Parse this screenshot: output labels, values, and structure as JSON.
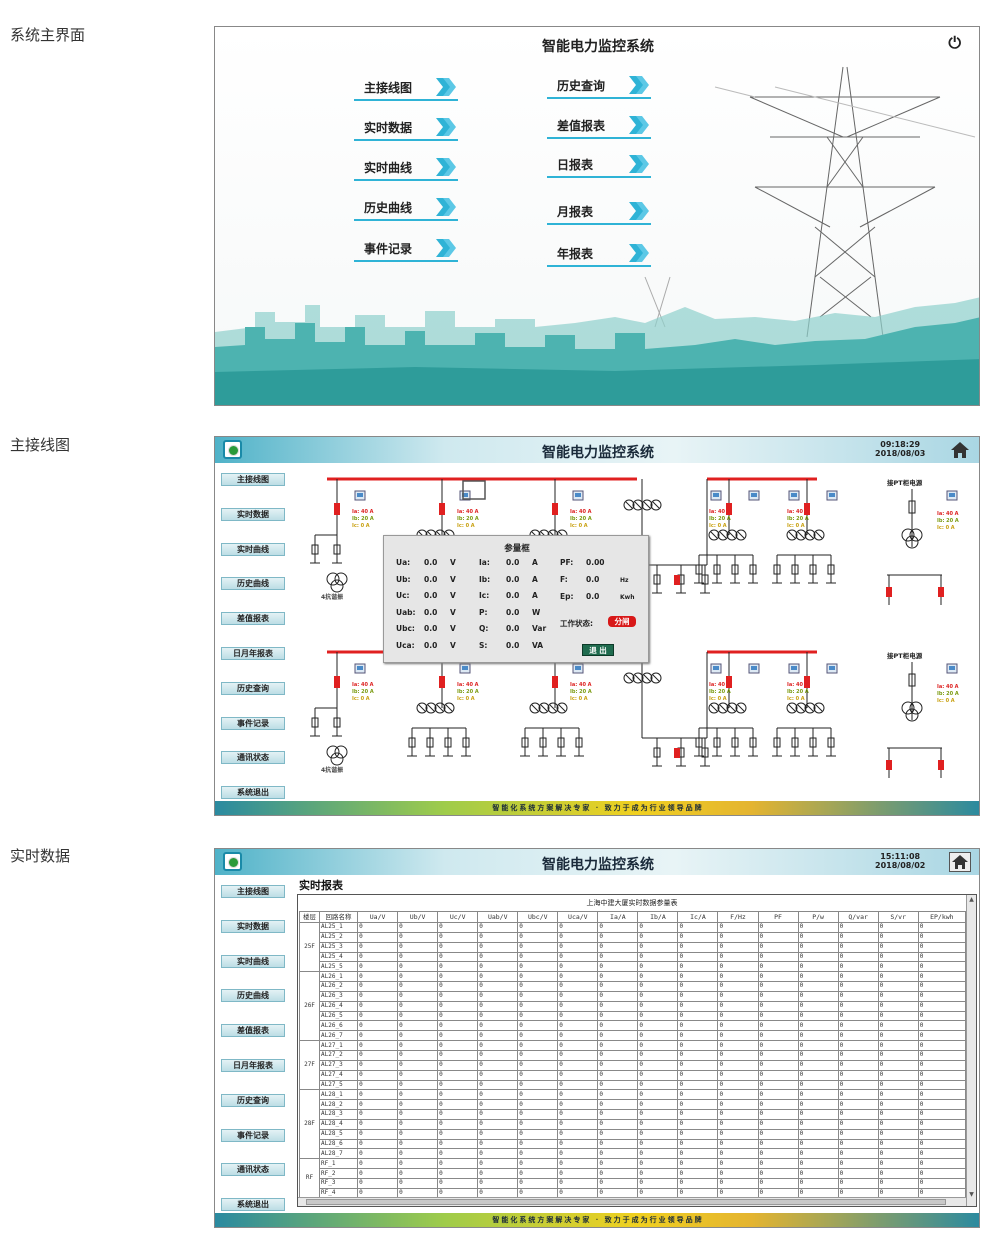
{
  "sections": {
    "main": "系统主界面",
    "wiring": "主接线图",
    "realtime": "实时数据"
  },
  "app_title": "智能电力监控系统",
  "home_menu": {
    "left": [
      "主接线图",
      "实时数据",
      "实时曲线",
      "历史曲线",
      "事件记录"
    ],
    "right": [
      "历史查询",
      "差值报表",
      "日报表",
      "月报表",
      "年报表"
    ]
  },
  "sidebar": [
    "主接线图",
    "实时数据",
    "实时曲线",
    "历史曲线",
    "差值报表",
    "日月年报表",
    "历史查询",
    "事件记录",
    "通讯状态",
    "系统退出"
  ],
  "footer_text": "智能化系统方案解决专家 · 致力于成为行业领导品牌",
  "wiring_screen": {
    "time": "09:18:29",
    "date": "2018/08/03",
    "pt_label": "接PT柜电源",
    "harmonic_label": "4抗谐振",
    "meter": {
      "ia": "Ia: 40 A",
      "ib": "Ib: 20 A",
      "ic": "Ic: 0 A"
    },
    "popup": {
      "title": "参量框",
      "rows": [
        {
          "k": "Ua:",
          "v": "0.0",
          "u": "V",
          "k2": "Ia:",
          "v2": "0.0",
          "u2": "A"
        },
        {
          "k": "Ub:",
          "v": "0.0",
          "u": "V",
          "k2": "Ib:",
          "v2": "0.0",
          "u2": "A"
        },
        {
          "k": "Uc:",
          "v": "0.0",
          "u": "V",
          "k2": "Ic:",
          "v2": "0.0",
          "u2": "A"
        },
        {
          "k": "Uab:",
          "v": "0.0",
          "u": "V",
          "k2": "P:",
          "v2": "0.0",
          "u2": "W"
        },
        {
          "k": "Ubc:",
          "v": "0.0",
          "u": "V",
          "k2": "Q:",
          "v2": "0.0",
          "u2": "Var"
        },
        {
          "k": "Uca:",
          "v": "0.0",
          "u": "V",
          "k2": "S:",
          "v2": "0.0",
          "u2": "VA"
        }
      ],
      "right": [
        {
          "k": "PF:",
          "v": "0.00",
          "u": ""
        },
        {
          "k": "F:",
          "v": "0.0",
          "u": "Hz"
        },
        {
          "k": "Ep:",
          "v": "0.0",
          "u": "Kwh"
        }
      ],
      "status_label": "工作状态:",
      "status_value": "分闸",
      "exit": "退 出"
    }
  },
  "realtime_screen": {
    "time": "15:11:08",
    "date": "2018/08/02",
    "heading": "实时报表",
    "caption": "上海中建大厦实时数据参量表",
    "columns": [
      "楼层",
      "回路名称",
      "Ua/V",
      "Ub/V",
      "Uc/V",
      "Uab/V",
      "Ubc/V",
      "Uca/V",
      "Ia/A",
      "Ib/A",
      "Ic/A",
      "F/Hz",
      "PF",
      "P/w",
      "Q/var",
      "S/vr",
      "EP/kwh"
    ],
    "groups": [
      {
        "floor": "25F",
        "rows": [
          "AL25_1",
          "AL25_2",
          "AL25_3",
          "AL25_4",
          "AL25_5"
        ]
      },
      {
        "floor": "26F",
        "rows": [
          "AL26_1",
          "AL26_2",
          "AL26_3",
          "AL26_4",
          "AL26_5",
          "AL26_6",
          "AL26_7"
        ]
      },
      {
        "floor": "27F",
        "rows": [
          "AL27_1",
          "AL27_2",
          "AL27_3",
          "AL27_4",
          "AL27_5"
        ]
      },
      {
        "floor": "28F",
        "rows": [
          "AL28_1",
          "AL28_2",
          "AL28_3",
          "AL28_4",
          "AL28_5",
          "AL28_6",
          "AL28_7"
        ]
      },
      {
        "floor": "RF",
        "rows": [
          "RF_1",
          "RF_2",
          "RF_3",
          "RF_4"
        ]
      }
    ],
    "cell_value": "0"
  },
  "colors": {
    "accent": "#2fb3d6",
    "bus": "#e02020",
    "teal": "#3aa9a8"
  }
}
